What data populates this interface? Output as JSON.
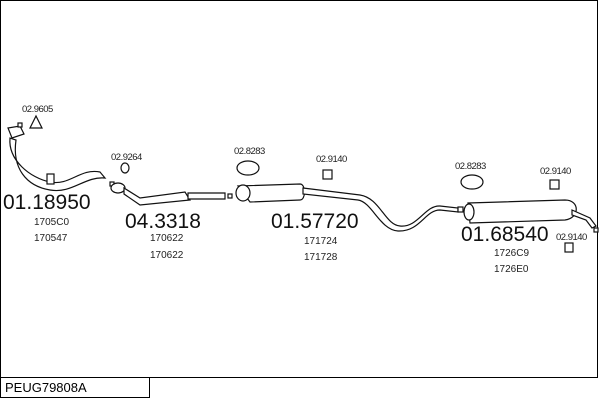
{
  "code": "PEUG79808A",
  "parts": [
    {
      "number": "01.18950",
      "refs": [
        "1705C0",
        "170547"
      ]
    },
    {
      "number": "04.3318",
      "refs": [
        "170622",
        "170622"
      ]
    },
    {
      "number": "01.57720",
      "refs": [
        "171724",
        "171728"
      ]
    },
    {
      "number": "01.68540",
      "refs": [
        "1726C9",
        "1726E0"
      ]
    }
  ],
  "accessories": [
    "02.9605",
    "02.9264",
    "02.8283",
    "02.9140",
    "02.8283",
    "02.9140",
    "02.9140"
  ]
}
